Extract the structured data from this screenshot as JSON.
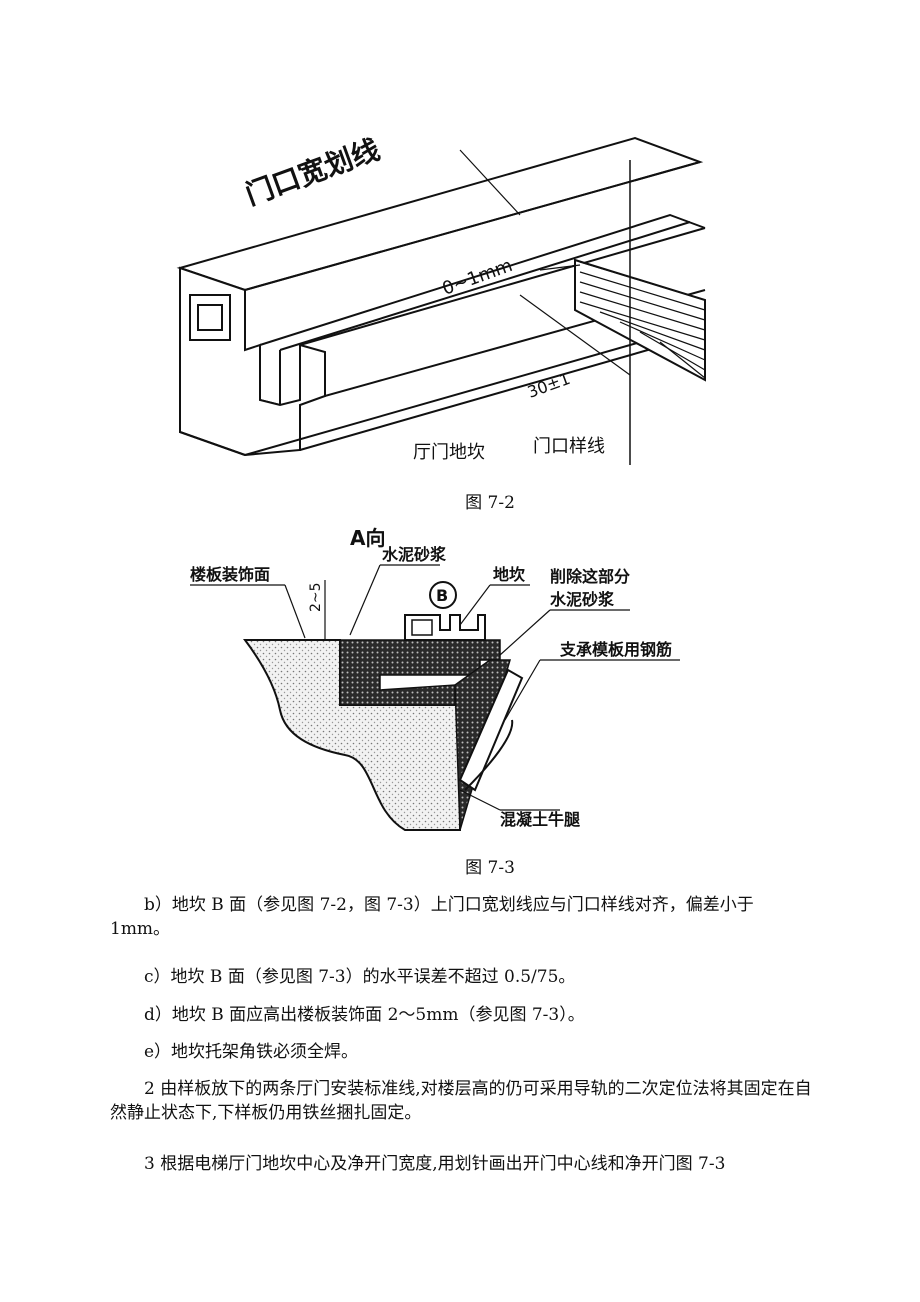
{
  "figure_7_2": {
    "caption": "图 7-2",
    "label_width_line": "门口宽划线",
    "label_gap": "0~1mm",
    "label_dim": "30±1",
    "label_sill": "厅门地坎",
    "label_sample_line": "门口样线"
  },
  "figure_7_3": {
    "caption": "图 7-3",
    "view_label": "A向",
    "label_floor_finish": "楼板装饰面",
    "label_mortar": "水泥砂浆",
    "label_gap": "2~5",
    "label_sill": "地坎",
    "label_b": "B",
    "label_remove": "削除这部分",
    "label_remove_2": "水泥砂浆",
    "label_rebar": "支承模板用钢筋",
    "label_bracket": "混凝土牛腿"
  },
  "text": {
    "p1": "b）地坎 B 面（参见图 7-2，图 7-3）上门口宽划线应与门口样线对齐，偏差小于 1mm。",
    "p2": "c）地坎 B 面（参见图 7-3）的水平误差不超过 0.5/75。",
    "p3": "d）地坎 B 面应高出楼板装饰面 2～5mm（参见图 7-3）。",
    "p4": "e）地坎托架角铁必须全焊。",
    "p5": "2 由样板放下的两条厅门安装标准线,对楼层高的仍可采用导轨的二次定位法将其固定在自然静止状态下,下样板仍用铁丝捆扎固定。",
    "p6": "3 根据电梯厅门地坎中心及净开门宽度,用划针画出开门中心线和净开门图 7-3"
  }
}
